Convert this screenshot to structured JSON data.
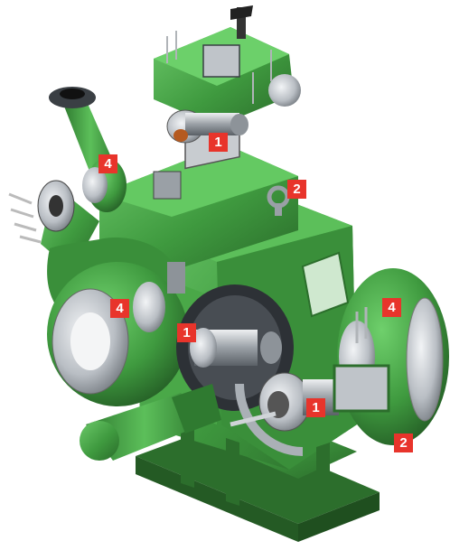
{
  "colors": {
    "body_green": "#3f9a3f",
    "light_green": "#5cbf5a",
    "dark_green": "#2c6e2c",
    "steel": "#c8ccd0",
    "dark_steel": "#4a4f55",
    "label_red": "#e8342b"
  },
  "callouts": [
    {
      "id": "bearing-top",
      "text": "1"
    },
    {
      "id": "lifting-lug",
      "text": "2"
    },
    {
      "id": "inlet-flange",
      "text": "4"
    },
    {
      "id": "volute-left",
      "text": "4"
    },
    {
      "id": "bearing-mid",
      "text": "1"
    },
    {
      "id": "volute-right",
      "text": "4"
    },
    {
      "id": "bearing-low",
      "text": "1"
    },
    {
      "id": "housing-right",
      "text": "2"
    }
  ]
}
